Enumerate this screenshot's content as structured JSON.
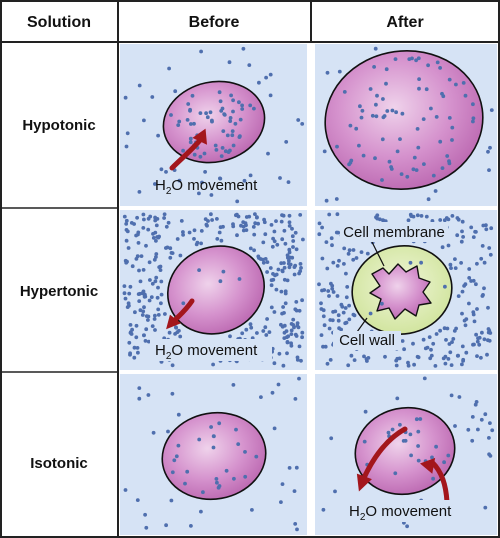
{
  "headers": {
    "solution": "Solution",
    "before": "Before",
    "after": "After"
  },
  "rows": [
    {
      "label": "Hypotonic"
    },
    {
      "label": "Hypertonic"
    },
    {
      "label": "Isotonic"
    }
  ],
  "annotations": {
    "water_h": "H",
    "water_sub": "2",
    "water_rest": "O movement",
    "cell_membrane": "Cell membrane",
    "cell_wall": "Cell wall"
  },
  "colors": {
    "panel_bg": "#d6e3f5",
    "solute_dot": "#4f6fae",
    "cell_fill": "#c97bc2",
    "cell_light": "#e9c6e4",
    "cell_wall": "#dfeeb9",
    "arrow": "#a3161c",
    "grid_line": "#222222"
  }
}
